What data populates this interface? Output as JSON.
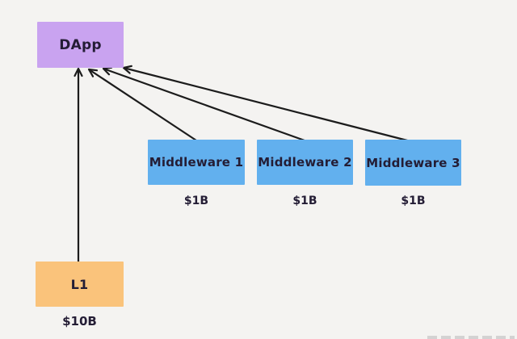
{
  "diagram": {
    "description": "DApp value flow diagram",
    "colors": {
      "background": "#f4f3f1",
      "dapp_box": "#c9a3f0",
      "middleware_box": "#62b0ee",
      "l1_box": "#fac37b",
      "text": "#241d35",
      "arrow": "#1c1c1c"
    },
    "nodes": {
      "dapp": {
        "label": "DApp"
      },
      "middleware1": {
        "label": "Middleware 1",
        "value": "$1B"
      },
      "middleware2": {
        "label": "Middleware 2",
        "value": "$1B"
      },
      "middleware3": {
        "label": "Middleware 3",
        "value": "$1B"
      },
      "l1": {
        "label": "L1",
        "value": "$10B"
      }
    },
    "edges": [
      {
        "from": "l1",
        "to": "dapp"
      },
      {
        "from": "middleware1",
        "to": "dapp"
      },
      {
        "from": "middleware2",
        "to": "dapp"
      },
      {
        "from": "middleware3",
        "to": "dapp"
      }
    ]
  }
}
